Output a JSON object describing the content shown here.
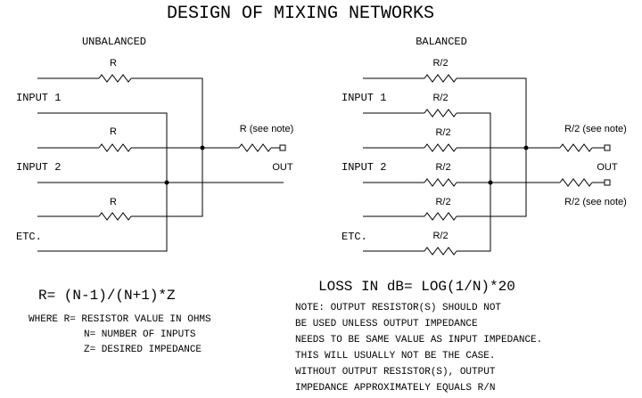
{
  "title": "DESIGN OF MIXING NETWORKS",
  "unbalanced": {
    "heading": "UNBALANCED",
    "resistor_labels": [
      "R",
      "R",
      "R"
    ],
    "inputs": [
      "INPUT 1",
      "INPUT 2",
      "ETC."
    ],
    "output_resistor_label": "R (see note)",
    "output_label": "OUT"
  },
  "balanced": {
    "heading": "BALANCED",
    "resistor_labels": [
      "R/2",
      "R/2",
      "R/2",
      "R/2",
      "R/2",
      "R/2"
    ],
    "inputs": [
      "INPUT 1",
      "INPUT 2",
      "ETC."
    ],
    "output_resistor_labels": [
      "R/2 (see note)",
      "R/2 (see note)"
    ],
    "output_label": "OUT"
  },
  "formula": "R= (N-1)/(N+1)*Z",
  "where_lines": [
    "WHERE R= RESISTOR VALUE IN OHMS",
    "N= NUMBER OF INPUTS",
    "Z= DESIRED IMPEDANCE"
  ],
  "loss_formula": "LOSS IN dB= LOG(1/N)*20",
  "note_lines": [
    "NOTE: OUTPUT RESISTOR(S) SHOULD NOT",
    "BE USED UNLESS OUTPUT IMPEDANCE",
    "NEEDS TO BE SAME VALUE AS INPUT IMPEDANCE.",
    "THIS WILL USUALLY NOT BE THE CASE.",
    "WITHOUT OUTPUT RESISTOR(S), OUTPUT",
    "IMPEDANCE APPROXIMATELY EQUALS R/N"
  ]
}
